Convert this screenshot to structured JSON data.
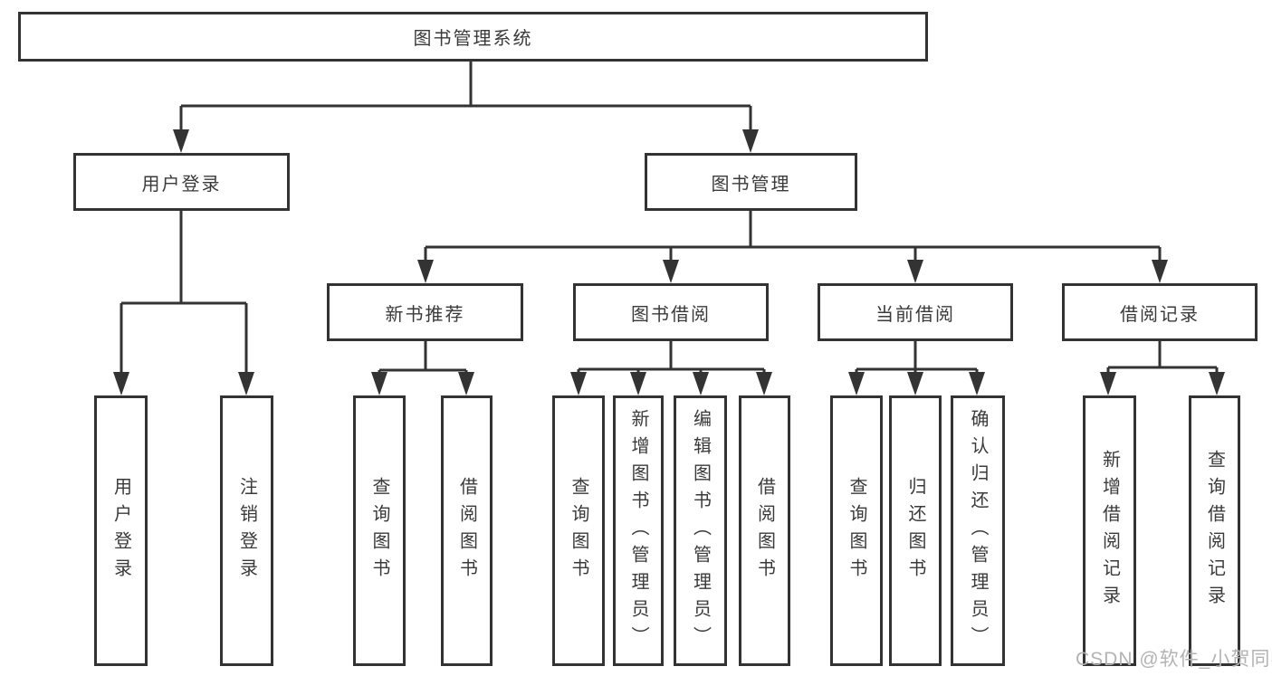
{
  "colors": {
    "line": "#333333",
    "box_border": "#333333",
    "box_fill": "#ffffff",
    "text": "#3a3a3a",
    "watermark": "#b3b3b3",
    "background": "#ffffff"
  },
  "watermark": {
    "text": "CSDN @软件_小贺同学"
  },
  "diagram": {
    "type": "hierarchy-tree",
    "root": {
      "label": "图书管理系统"
    },
    "level2": [
      {
        "label": "用户登录"
      },
      {
        "label": "图书管理"
      }
    ],
    "level3": [
      {
        "label": "新书推荐"
      },
      {
        "label": "图书借阅"
      },
      {
        "label": "当前借阅"
      },
      {
        "label": "借阅记录"
      }
    ],
    "leaves": {
      "user_login": [
        "用户登录",
        "注销登录"
      ],
      "new_book_recommend": [
        "查询图书",
        "借阅图书"
      ],
      "book_borrow": [
        "查询图书",
        "新增图书（管理员）",
        "编辑图书（管理员）",
        "借阅图书"
      ],
      "current_borrow": [
        "查询图书",
        "归还图书",
        "确认归还（管理员）"
      ],
      "borrow_records": [
        "新增借阅记录",
        "查询借阅记录"
      ]
    }
  }
}
